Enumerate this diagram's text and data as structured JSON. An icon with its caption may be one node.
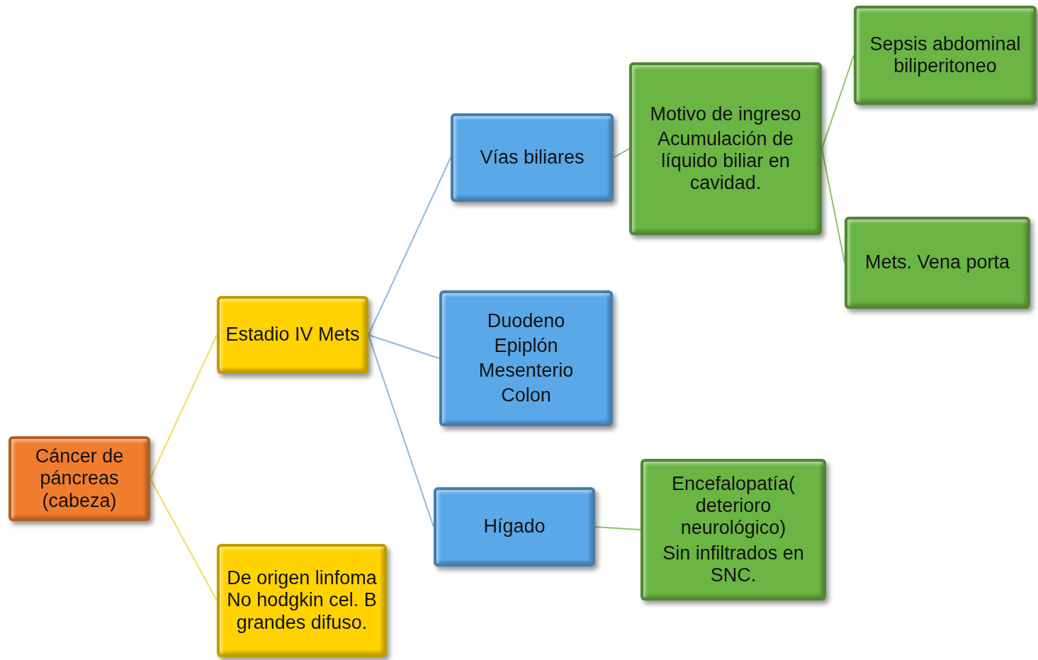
{
  "diagram": {
    "nodes": [
      {
        "text": [
          "Cáncer de páncreas (cabeza)"
        ]
      },
      {
        "text": [
          "Estadio IV Mets"
        ]
      },
      {
        "text": [
          "De origen linfoma No hodgkin cel. B grandes difuso."
        ]
      },
      {
        "text": [
          "Vías biliares"
        ]
      },
      {
        "text": [
          "Duodeno",
          "Epiplón",
          "Mesenterio",
          "Colon"
        ]
      },
      {
        "text": [
          "Hígado"
        ]
      },
      {
        "text": [
          "Motivo de ingreso",
          "Acumulación de líquido biliar en cavidad."
        ]
      },
      {
        "text": [
          "Sepsis abdominal biliperitoneo"
        ]
      },
      {
        "text": [
          "Mets. Vena porta"
        ]
      },
      {
        "text": [
          "Encefalopatía( deterioro neurológico)",
          "Sin infiltrados en SNC."
        ]
      }
    ],
    "edges": [
      {
        "from": 0,
        "to": 1,
        "arrow": "none",
        "color": "#f2dc5a"
      },
      {
        "from": 0,
        "to": 2,
        "arrow": "none",
        "color": "#f2dc5a"
      },
      {
        "from": 1,
        "to": 3,
        "arrow": "none",
        "color": "#8fb8e0"
      },
      {
        "from": 1,
        "to": 4,
        "arrow": "none",
        "color": "#8fb8e0"
      },
      {
        "from": 1,
        "to": 5,
        "arrow": "none",
        "color": "#8fb8e0"
      },
      {
        "from": 3,
        "to": 6,
        "arrow": "none",
        "color": "#8cc46a"
      },
      {
        "from": 6,
        "to": 7,
        "arrow": "none",
        "color": "#8cc46a"
      },
      {
        "from": 6,
        "to": 8,
        "arrow": "none",
        "color": "#8cc46a"
      },
      {
        "from": 5,
        "to": 9,
        "arrow": "none",
        "color": "#8cc46a"
      }
    ]
  }
}
